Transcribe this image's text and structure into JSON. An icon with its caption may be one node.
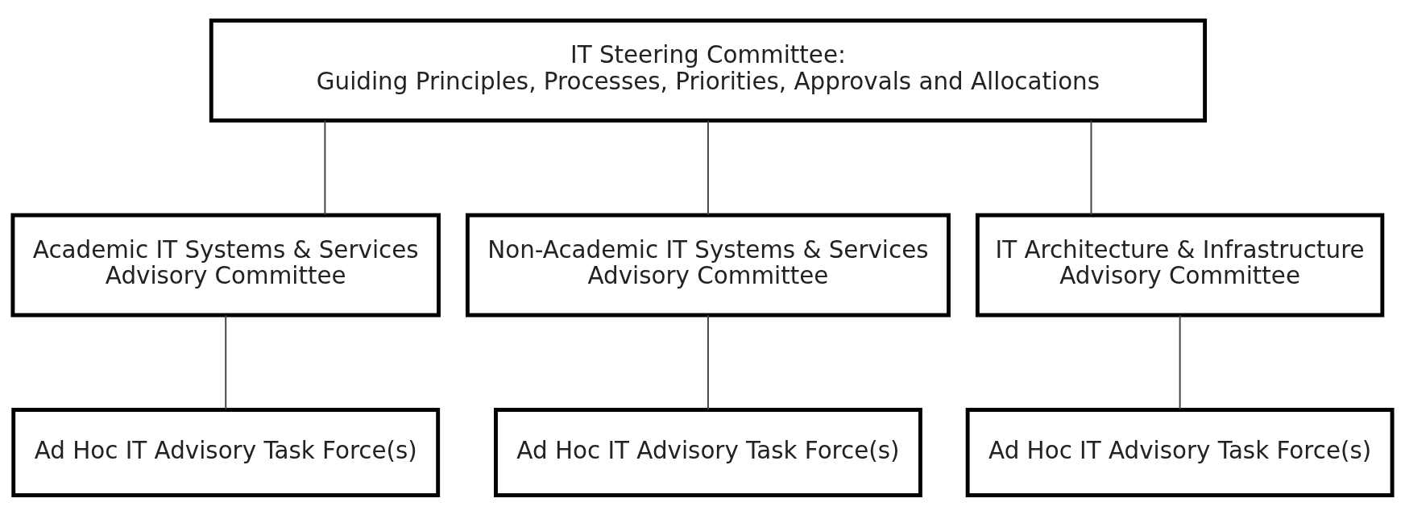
{
  "diagram": {
    "nodes": [
      {
        "text": [
          "IT Steering Committee:",
          "Guiding Principles, Processes, Priorities, Approvals and Allocations"
        ]
      },
      {
        "text": [
          "Academic IT Systems & Services Advisory Committee"
        ]
      },
      {
        "text": [
          "Non-Academic IT Systems & Services Advisory Committee"
        ]
      },
      {
        "text": [
          "IT Architecture & Infrastructure Advisory Committee"
        ]
      },
      {
        "text": [
          "Ad Hoc IT Advisory Task Force(s)"
        ]
      },
      {
        "text": [
          "Ad Hoc IT Advisory Task Force(s)"
        ]
      },
      {
        "text": [
          "Ad Hoc IT Advisory Task Force(s)"
        ]
      }
    ],
    "edges": [
      {
        "from": 0,
        "to": 1,
        "arrow": "none"
      },
      {
        "from": 0,
        "to": 2,
        "arrow": "none"
      },
      {
        "from": 0,
        "to": 3,
        "arrow": "none"
      },
      {
        "from": 1,
        "to": 4,
        "arrow": "none"
      },
      {
        "from": 2,
        "to": 5,
        "arrow": "none"
      },
      {
        "from": 3,
        "to": 6,
        "arrow": "none"
      }
    ]
  }
}
